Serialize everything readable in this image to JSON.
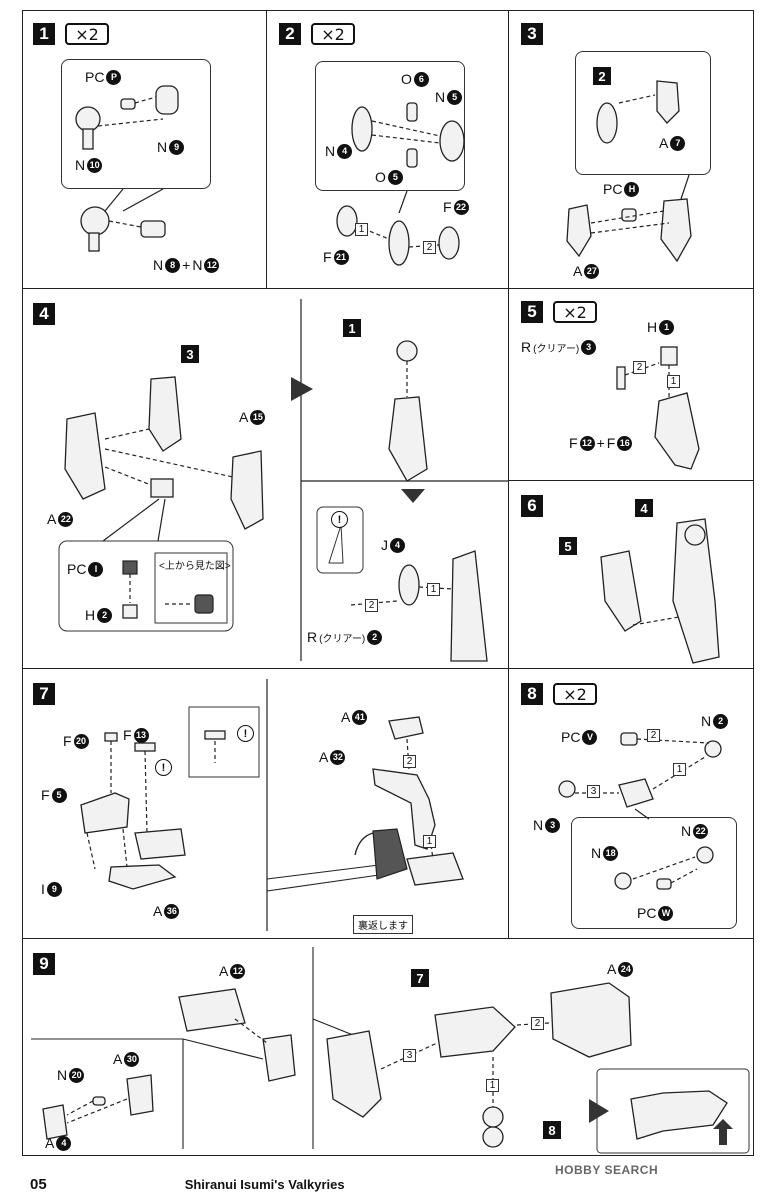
{
  "steps": [
    {
      "num": "1",
      "mult": "×2"
    },
    {
      "num": "2",
      "mult": "×2"
    },
    {
      "num": "3"
    },
    {
      "num": "4"
    },
    {
      "num": "5",
      "mult": "×2"
    },
    {
      "num": "6"
    },
    {
      "num": "7"
    },
    {
      "num": "8",
      "mult": "×2"
    },
    {
      "num": "9"
    }
  ],
  "labels": {
    "s1_pc": "PC",
    "s1_pc_n": "P",
    "s1_n10": "N",
    "s1_n10_n": "10",
    "s1_n9": "N",
    "s1_n9_n": "9",
    "s1_n8": "N",
    "s1_n8_n": "8",
    "s1_plus": "+",
    "s1_n12": "N",
    "s1_n12_n": "12",
    "s2_o6": "O",
    "s2_o6_n": "6",
    "s2_n5": "N",
    "s2_n5_n": "5",
    "s2_n4": "N",
    "s2_n4_n": "4",
    "s2_o5": "O",
    "s2_o5_n": "5",
    "s2_f22": "F",
    "s2_f22_n": "22",
    "s2_f21": "F",
    "s2_f21_n": "21",
    "s3_a7": "A",
    "s3_a7_n": "7",
    "s3_pch": "PC",
    "s3_pch_n": "H",
    "s3_a27": "A",
    "s3_a27_n": "27",
    "s4_a15": "A",
    "s4_a15_n": "15",
    "s4_a22": "A",
    "s4_a22_n": "22",
    "s4_pci": "PC",
    "s4_pci_n": "I",
    "s4_h2": "H",
    "s4_h2_n": "2",
    "s4_topview": "<上から見た図>",
    "s4_j4": "J",
    "s4_j4_n": "4",
    "s4_r2": "R",
    "s4_r2_clear": "(クリアー)",
    "s4_r2_n": "2",
    "s4_bang": "!",
    "s5_h1": "H",
    "s5_h1_n": "1",
    "s5_r3": "R",
    "s5_r3_clear": "(クリアー)",
    "s5_r3_n": "3",
    "s5_f12": "F",
    "s5_f12_n": "12",
    "s5_plus": "+",
    "s5_f16": "F",
    "s5_f16_n": "16",
    "s7_f20": "F",
    "s7_f20_n": "20",
    "s7_f13": "F",
    "s7_f13_n": "13",
    "s7_f5": "F",
    "s7_f5_n": "5",
    "s7_i9": "I",
    "s7_i9_n": "9",
    "s7_a36": "A",
    "s7_a36_n": "36",
    "s7_a41": "A",
    "s7_a41_n": "41",
    "s7_a32": "A",
    "s7_a32_n": "32",
    "s7_flip": "裏返します",
    "s8_pcv": "PC",
    "s8_pcv_n": "V",
    "s8_n2": "N",
    "s8_n2_n": "2",
    "s8_n3": "N",
    "s8_n3_n": "3",
    "s8_n18": "N",
    "s8_n18_n": "18",
    "s8_n22": "N",
    "s8_n22_n": "22",
    "s8_pcw": "PC",
    "s8_pcw_n": "W",
    "s9_a12": "A",
    "s9_a12_n": "12",
    "s9_n20": "N",
    "s9_n20_n": "20",
    "s9_a30": "A",
    "s9_a30_n": "30",
    "s9_a4": "A",
    "s9_a4_n": "4",
    "s9_a24": "A",
    "s9_a24_n": "24"
  },
  "callouts": {
    "one": "1",
    "two": "2",
    "three": "3",
    "four": "4",
    "five": "5",
    "seven": "7",
    "eight": "8"
  },
  "footer": {
    "page": "05",
    "brand": "Shiranui Isumi's Valkyries"
  },
  "watermark": "HOBBY SEARCH"
}
